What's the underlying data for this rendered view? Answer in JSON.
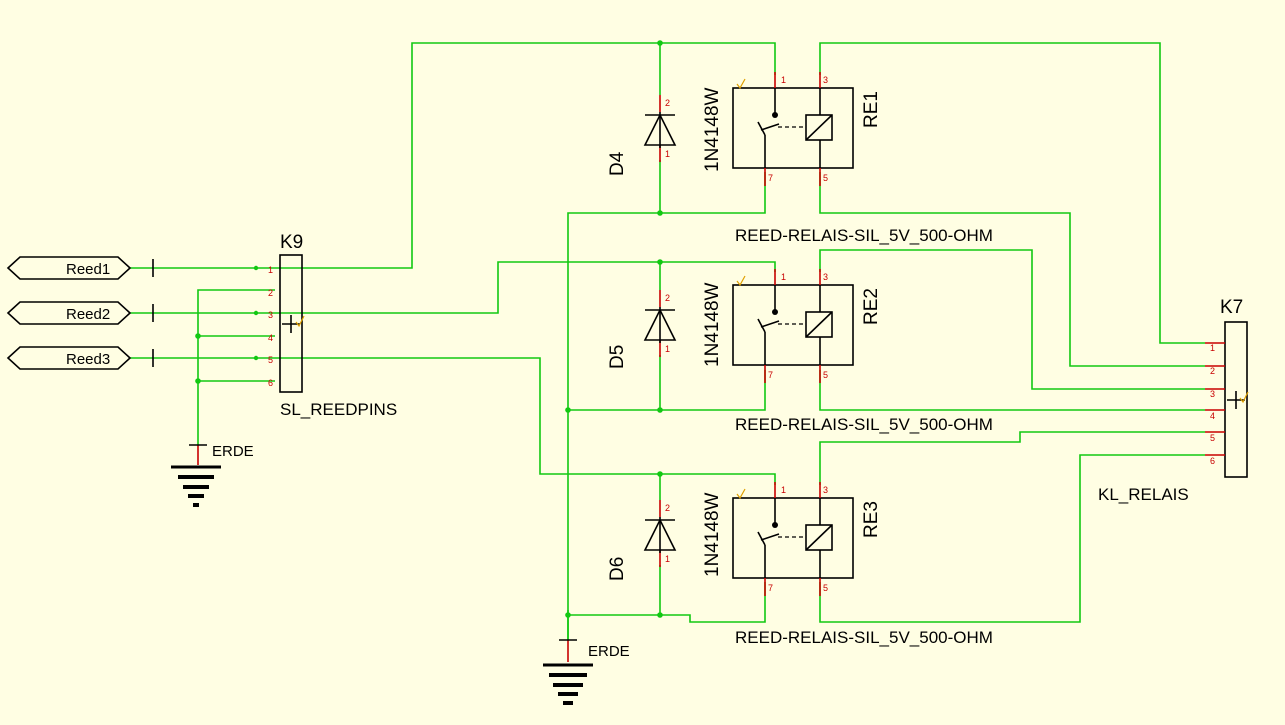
{
  "canvas": {
    "background": "#fffee3",
    "wire_color": "#12c812",
    "pin_color": "#c80000"
  },
  "ports": [
    {
      "id": "reed1",
      "label": "Reed1"
    },
    {
      "id": "reed2",
      "label": "Reed2"
    },
    {
      "id": "reed3",
      "label": "Reed3"
    }
  ],
  "connectors": {
    "k9": {
      "ref": "K9",
      "value": "SL_REEDPINS",
      "pins": [
        "1",
        "2",
        "3",
        "4",
        "5",
        "6"
      ]
    },
    "k7": {
      "ref": "K7",
      "value": "KL_RELAIS",
      "pins": [
        "1",
        "2",
        "3",
        "4",
        "5",
        "6"
      ]
    }
  },
  "diodes": [
    {
      "ref": "D4",
      "value": "1N4148W",
      "pin_a": "2",
      "pin_k": "1"
    },
    {
      "ref": "D5",
      "value": "1N4148W",
      "pin_a": "2",
      "pin_k": "1"
    },
    {
      "ref": "D6",
      "value": "1N4148W",
      "pin_a": "2",
      "pin_k": "1"
    }
  ],
  "relays": [
    {
      "ref": "RE1",
      "value": "REED-RELAIS-SIL_5V_500-OHM",
      "pins": [
        "1",
        "3",
        "7",
        "5"
      ]
    },
    {
      "ref": "RE2",
      "value": "REED-RELAIS-SIL_5V_500-OHM",
      "pins": [
        "1",
        "3",
        "7",
        "5"
      ]
    },
    {
      "ref": "RE3",
      "value": "REED-RELAIS-SIL_5V_500-OHM",
      "pins": [
        "1",
        "3",
        "7",
        "5"
      ]
    }
  ],
  "grounds": [
    {
      "id": "gnd1",
      "label": "ERDE"
    },
    {
      "id": "gnd2",
      "label": "ERDE"
    }
  ]
}
